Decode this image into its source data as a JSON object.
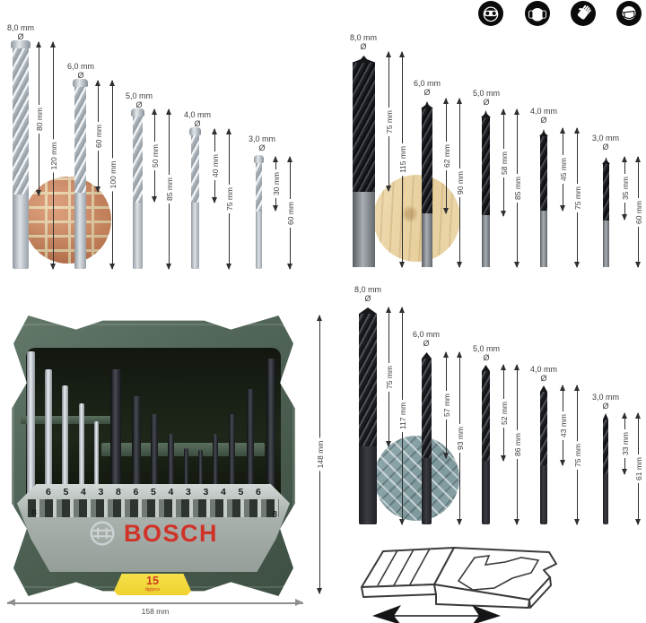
{
  "dia_symbol": "Ø",
  "safety_icons": [
    {
      "name": "eye-protection"
    },
    {
      "name": "ear-protection"
    },
    {
      "name": "hand-protection"
    },
    {
      "name": "respiratory-protection"
    }
  ],
  "groups": {
    "masonry": {
      "material": "brick",
      "bits": [
        {
          "dia": "8,0 mm",
          "flute": "80 mm",
          "total": "120 mm"
        },
        {
          "dia": "6,0 mm",
          "flute": "60 mm",
          "total": "100 mm"
        },
        {
          "dia": "5,0 mm",
          "flute": "50 mm",
          "total": "85 mm"
        },
        {
          "dia": "4,0 mm",
          "flute": "40 mm",
          "total": "75 mm"
        },
        {
          "dia": "3,0 mm",
          "flute": "30 mm",
          "total": "60 mm"
        }
      ]
    },
    "wood": {
      "material": "wood",
      "bits": [
        {
          "dia": "8,0 mm",
          "flute": "75 mm",
          "total": "115 mm"
        },
        {
          "dia": "6,0 mm",
          "flute": "62 mm",
          "total": "90 mm"
        },
        {
          "dia": "5,0 mm",
          "flute": "58 mm",
          "total": "85 mm"
        },
        {
          "dia": "4,0 mm",
          "flute": "45 mm",
          "total": "75 mm"
        },
        {
          "dia": "3,0 mm",
          "flute": "35 mm",
          "total": "60 mm"
        }
      ]
    },
    "metal": {
      "material": "metal",
      "bits": [
        {
          "dia": "8,0 mm",
          "flute": "75 mm",
          "total": "117 mm"
        },
        {
          "dia": "6,0 mm",
          "flute": "57 mm",
          "total": "93 mm"
        },
        {
          "dia": "5,0 mm",
          "flute": "52 mm",
          "total": "86 mm"
        },
        {
          "dia": "4,0 mm",
          "flute": "43 mm",
          "total": "75 mm"
        },
        {
          "dia": "3,0 mm",
          "flute": "33 mm",
          "total": "61 mm"
        }
      ]
    }
  },
  "case_photo": {
    "brand": "BOSCH",
    "slot_numbers": [
      "6",
      "5",
      "4",
      "3",
      "8",
      "6",
      "5",
      "4",
      "3",
      "3",
      "4",
      "5",
      "6"
    ],
    "slot_number_left": "8",
    "slot_number_right": "8",
    "count": "15",
    "count_unit": "tlg/pcs",
    "width_label": "158 mm",
    "height_label": "148 mm"
  },
  "colors": {
    "bosch_red": "#d13228",
    "case_green": "#4e6254",
    "tag_yellow": "#f0d73c"
  }
}
